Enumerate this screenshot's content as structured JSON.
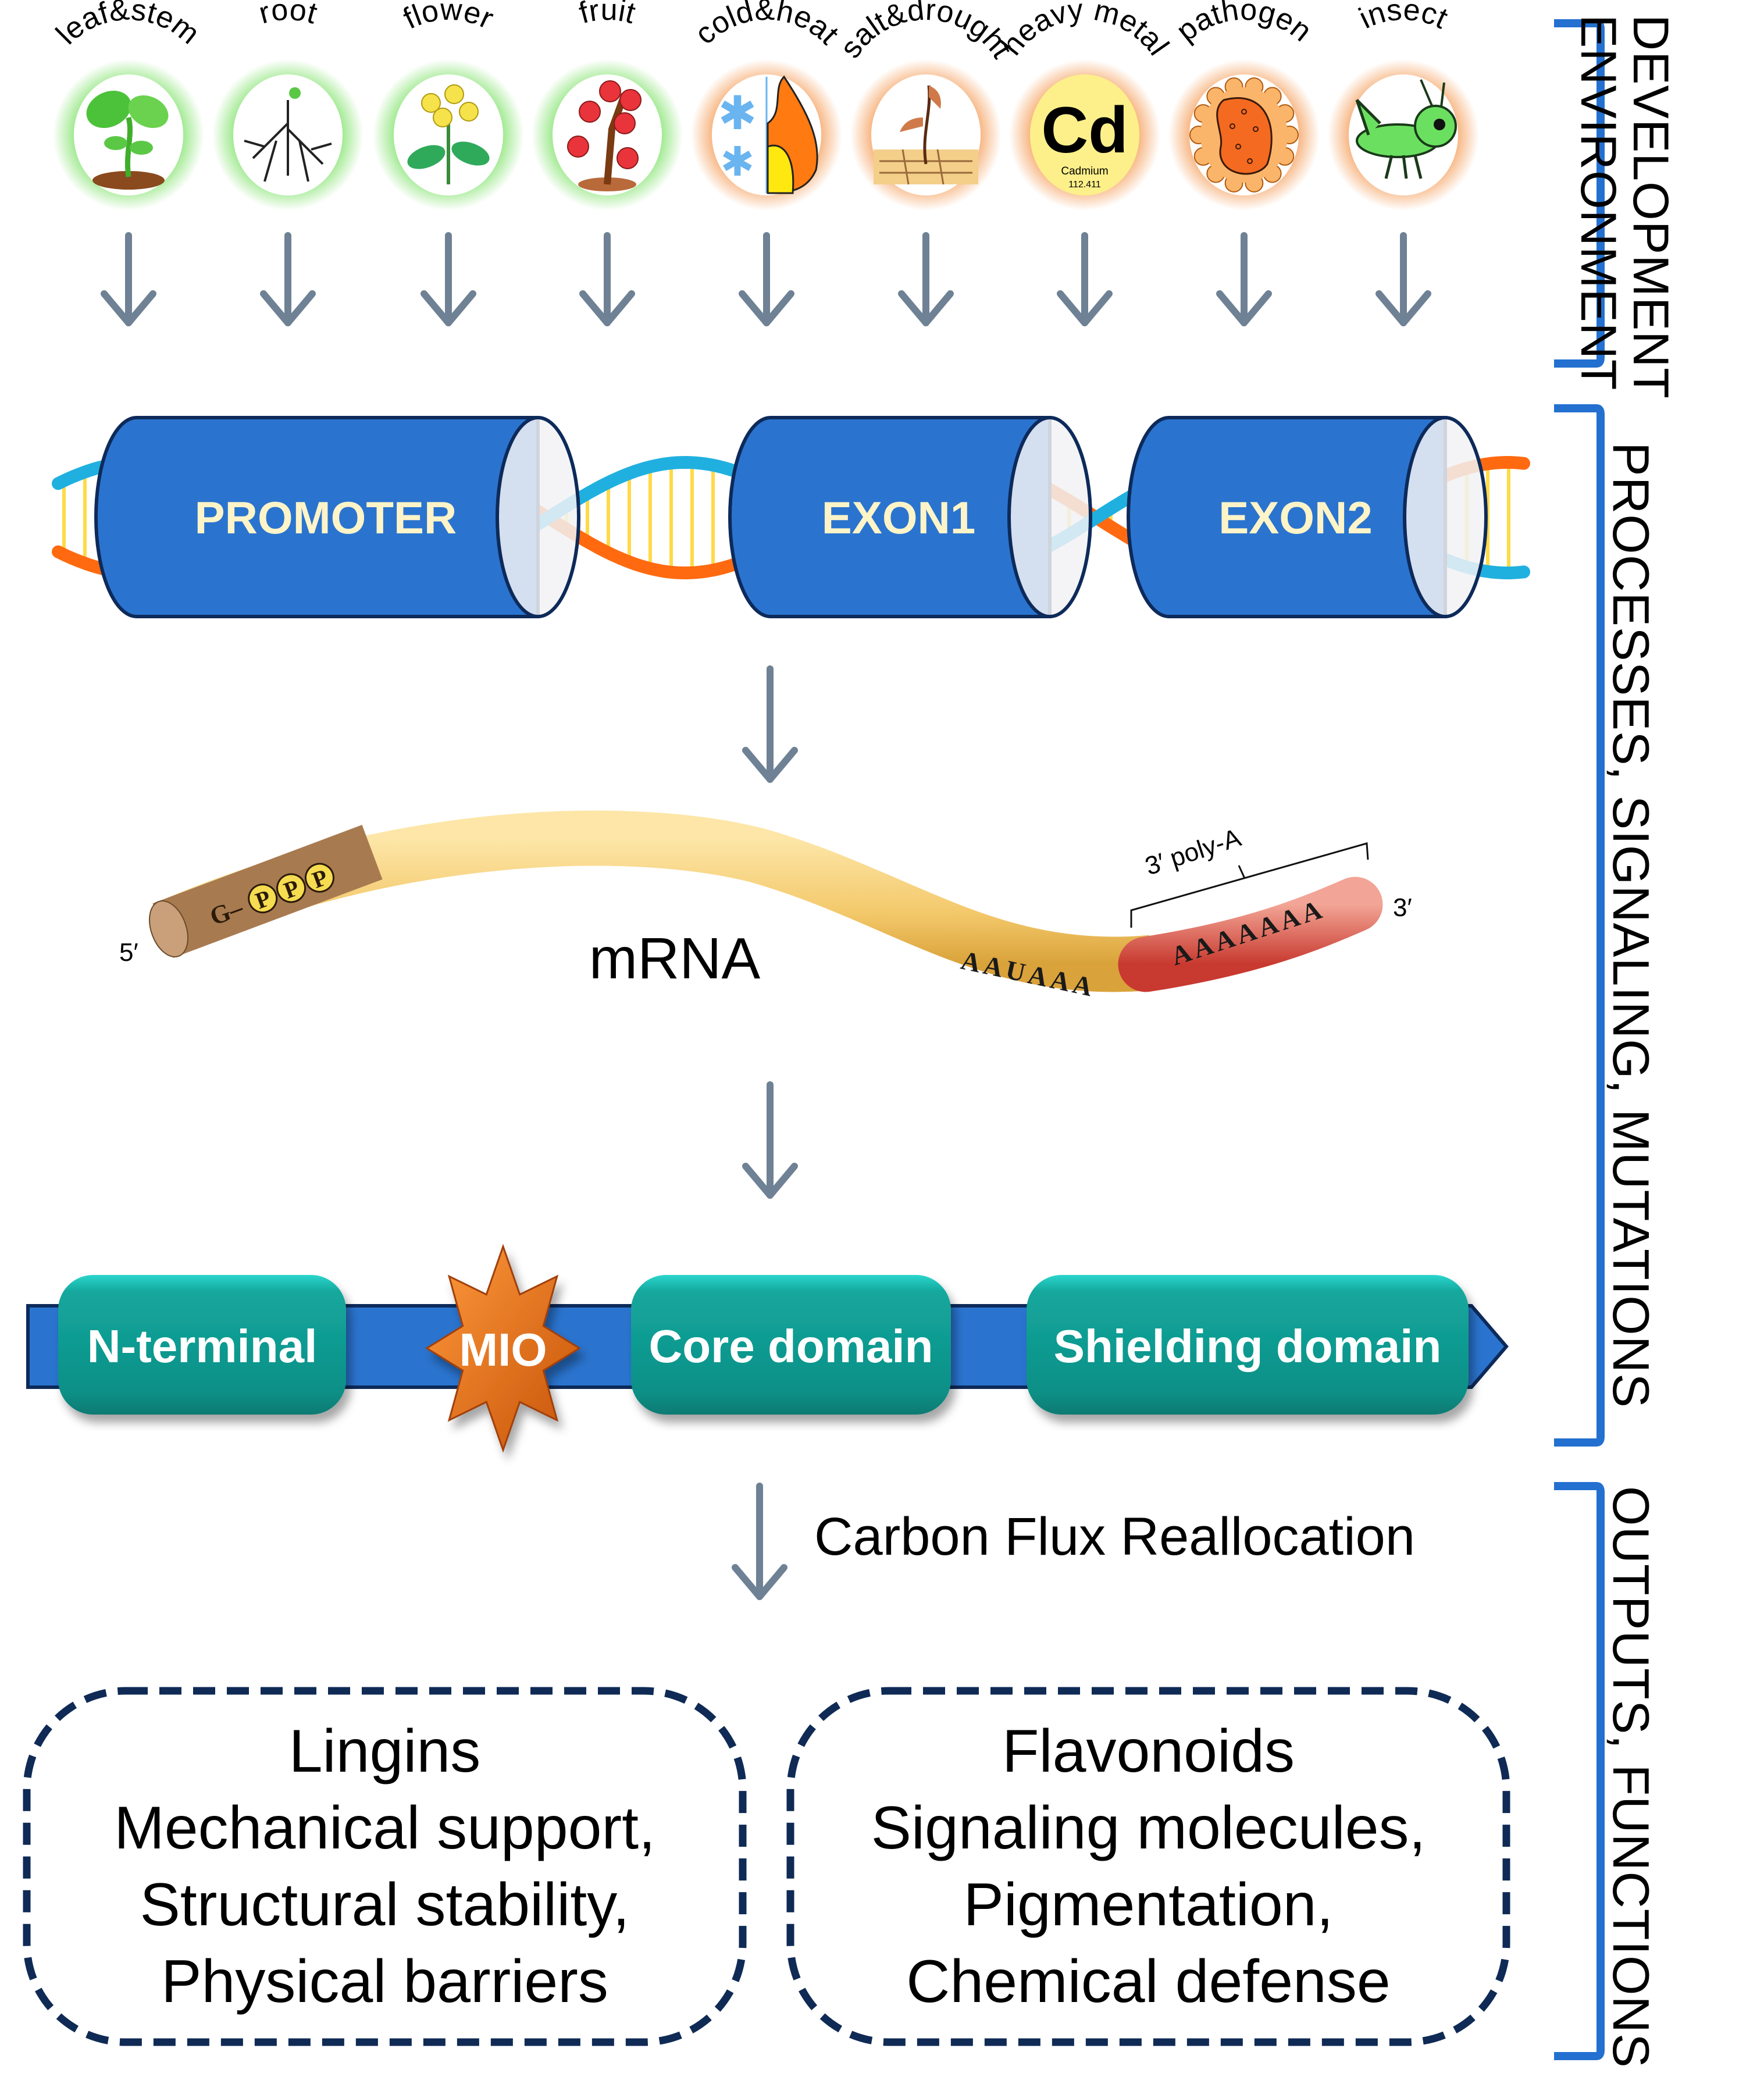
{
  "inputs": [
    {
      "label": "leaf&stem",
      "icon": "seedling-icon",
      "group": "development"
    },
    {
      "label": "root",
      "icon": "root-icon",
      "group": "development"
    },
    {
      "label": "flower",
      "icon": "flower-icon",
      "group": "development"
    },
    {
      "label": "fruit",
      "icon": "fruit-tree-icon",
      "group": "development"
    },
    {
      "label": "cold&heat",
      "icon": "snowflake-flame-icon",
      "group": "environment"
    },
    {
      "label": "salt&drought",
      "icon": "drought-plant-icon",
      "group": "environment"
    },
    {
      "label": "heavy metal",
      "icon": "cadmium-element-icon",
      "group": "environment",
      "element": {
        "symbol": "Cd",
        "name": "Cadmium",
        "mass": "112.411"
      }
    },
    {
      "label": "pathogen",
      "icon": "pathogen-icon",
      "group": "environment"
    },
    {
      "label": "insect",
      "icon": "grasshopper-icon",
      "group": "environment"
    }
  ],
  "colors": {
    "development_glow": "#9be88a",
    "environment_glow": "#f7b27c",
    "arrow": "#6f8194",
    "bracket": "#2370d0",
    "cylinder": "#2a74cf",
    "cylinder_outline": "#0d2a5a",
    "cylinder_text": "#fff4c8",
    "domain_box": "#0f8f86",
    "mio_star": "#e86a10",
    "protein_bar": "#2a74cf",
    "dashed_border": "#0f2a55",
    "mrna_body": "#f3c86a",
    "mrna_cap": "#a87a50",
    "mrna_tail": "#d9574a"
  },
  "sections": [
    {
      "label": "DEVELOPMENT\nENVIRONMENT",
      "line1": "DEVELOPMENT",
      "line2": "ENVIRONMENT"
    },
    {
      "label": "PROCESSES, SIGNALING, MUTATIONS"
    },
    {
      "label": "OUTPUTS, FUNCTIONS"
    }
  ],
  "gene": {
    "segments": [
      "PROMOTER",
      "EXON1",
      "EXON2"
    ]
  },
  "mrna": {
    "label": "mRNA",
    "five_prime": "5′",
    "three_prime": "3′",
    "cap": {
      "g": "G",
      "phosphates": [
        "P",
        "P",
        "P"
      ]
    },
    "signal": "AAUAAA",
    "tail": "AAAAAAA",
    "tail_label": "3′ poly-A"
  },
  "protein": {
    "domains": [
      "N-terminal",
      "MIO",
      "Core domain",
      "Shielding domain"
    ]
  },
  "flux_label": "Carbon Flux Reallocation",
  "outputs": [
    {
      "title": "Lingins",
      "lines": [
        "Mechanical support,",
        "Structural stability,",
        "Physical barriers"
      ]
    },
    {
      "title": "Flavonoids",
      "lines": [
        "Signaling molecules,",
        "Pigmentation,",
        "Chemical defense"
      ]
    }
  ]
}
